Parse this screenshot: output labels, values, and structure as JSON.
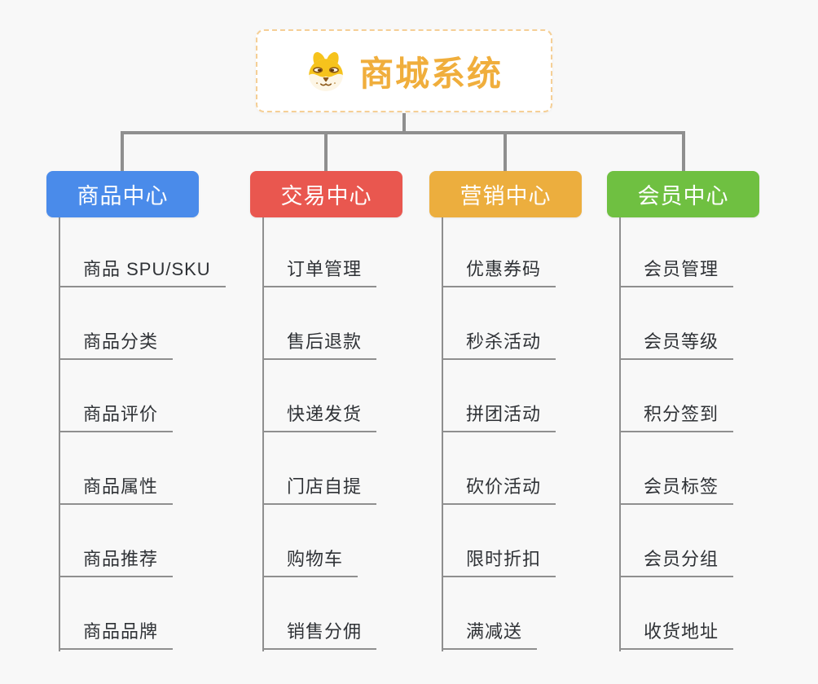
{
  "page": {
    "background": "#f8f8f8",
    "connector_color": "#8f8f8f"
  },
  "root": {
    "label": "商城系统",
    "icon": "shiba-dog-icon",
    "text_color": "#f0ae3c",
    "border_color": "#f5cf96"
  },
  "branches": [
    {
      "label": "商品中心",
      "color": "#4a8bea",
      "children": [
        "商品 SPU/SKU",
        "商品分类",
        "商品评价",
        "商品属性",
        "商品推荐",
        "商品品牌"
      ]
    },
    {
      "label": "交易中心",
      "color": "#e9574f",
      "children": [
        "订单管理",
        "售后退款",
        "快递发货",
        "门店自提",
        "购物车",
        "销售分佣"
      ]
    },
    {
      "label": "营销中心",
      "color": "#ecae3e",
      "children": [
        "优惠券码",
        "秒杀活动",
        "拼团活动",
        "砍价活动",
        "限时折扣",
        "满减送"
      ]
    },
    {
      "label": "会员中心",
      "color": "#6fc041",
      "children": [
        "会员管理",
        "会员等级",
        "积分签到",
        "会员标签",
        "会员分组",
        "收货地址"
      ]
    }
  ]
}
